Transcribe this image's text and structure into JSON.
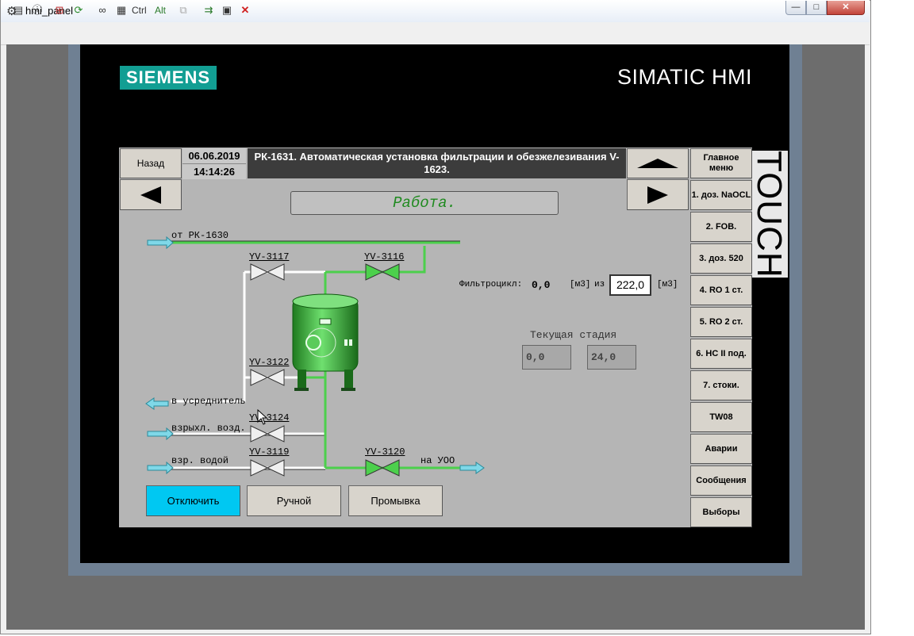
{
  "window": {
    "title": "hmi_panel",
    "min": "—",
    "max": "□",
    "close": "✕"
  },
  "toolbar": {
    "ctrl": "Ctrl",
    "alt": "Alt"
  },
  "brand": {
    "logo": "SIEMENS",
    "product": "SIMATIC HMI",
    "touch": "TOUCH"
  },
  "header": {
    "back": "Назад",
    "date": "06.06.2019",
    "time": "14:14:26",
    "title": "РК-1631. Автоматическая установка фильтрации и обезжелезивания V-1623."
  },
  "status": "Работа.",
  "menu": [
    {
      "label": "Главное меню"
    },
    {
      "label": "1. доз. NaOCL"
    },
    {
      "label": "2. FOB."
    },
    {
      "label": "3. доз. 520"
    },
    {
      "label": "4. RO 1 ст."
    },
    {
      "label": "5. RO 2 ст."
    },
    {
      "label": "6. НС II под."
    },
    {
      "label": "7. стоки."
    },
    {
      "label": "TW08"
    },
    {
      "label": "Аварии"
    },
    {
      "label": "Сообщения"
    },
    {
      "label": "Выборы"
    }
  ],
  "pipes": {
    "from_rk": "от РК-1630",
    "to_equalizer": "в усреднитель",
    "air": "взрыхл. возд.",
    "water": "взр. водой",
    "to_uoo": "на УОО"
  },
  "valves": {
    "v3117": "YV-3117",
    "v3116": "YV-3116",
    "v3122": "YV-3122",
    "v3124": "YV-3124",
    "v3119": "YV-3119",
    "v3120": "YV-3120"
  },
  "filter": {
    "label": "Фильтроцикл:",
    "current": "0,0",
    "unit1": "[м3]",
    "of": "из",
    "setpoint": "222,0",
    "unit2": "[м3]"
  },
  "stage": {
    "label": "Текущая стадия",
    "elapsed": "0,0",
    "total": "24,0"
  },
  "buttons": {
    "off": "Отключить",
    "manual": "Ручной",
    "flush": "Промывка"
  },
  "colors": {
    "active_pipe": "#4cd04c",
    "inactive_pipe": "#ffffff",
    "off_button": "#00c8f2",
    "siemens": "#129e93",
    "status_text": "#1f8a1f"
  }
}
